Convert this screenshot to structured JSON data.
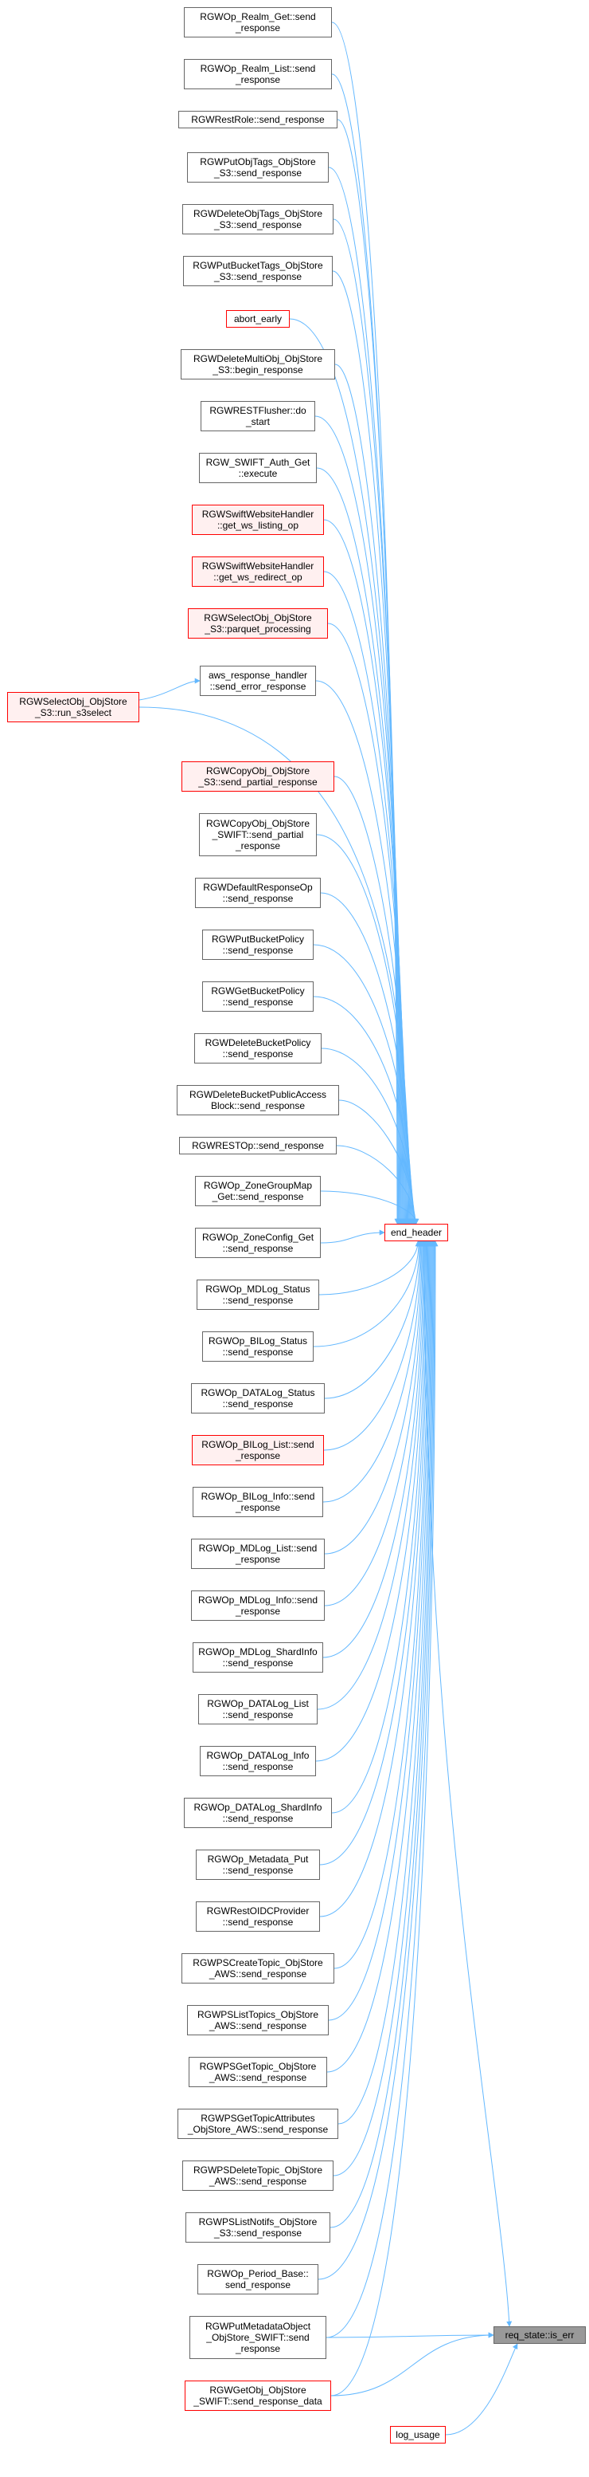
{
  "diagram": {
    "type": "call-graph",
    "colors": {
      "edge": "#63b8ff",
      "node_border": "#666666",
      "highlight_border": "#ff0000",
      "highlight_fill": "#fff0f0",
      "focus_fill": "#999999"
    },
    "nodes": [
      {
        "id": "realm_get",
        "label": "RGWOp_Realm_Get::send\n_response",
        "style": "normal"
      },
      {
        "id": "realm_list",
        "label": "RGWOp_Realm_List::send\n_response",
        "style": "normal"
      },
      {
        "id": "restrole",
        "label": "RGWRestRole::send_response",
        "style": "normal"
      },
      {
        "id": "putobjtags",
        "label": "RGWPutObjTags_ObjStore\n_S3::send_response",
        "style": "normal"
      },
      {
        "id": "deleteobjtags",
        "label": "RGWDeleteObjTags_ObjStore\n_S3::send_response",
        "style": "normal"
      },
      {
        "id": "putbuckettags",
        "label": "RGWPutBucketTags_ObjStore\n_S3::send_response",
        "style": "normal"
      },
      {
        "id": "abort_early",
        "label": "abort_early",
        "style": "red"
      },
      {
        "id": "deletemulti",
        "label": "RGWDeleteMultiObj_ObjStore\n_S3::begin_response",
        "style": "normal"
      },
      {
        "id": "flusher",
        "label": "RGWRESTFlusher::do\n_start",
        "style": "normal"
      },
      {
        "id": "swift_auth",
        "label": "RGW_SWIFT_Auth_Get\n::execute",
        "style": "normal"
      },
      {
        "id": "swift_listing",
        "label": "RGWSwiftWebsiteHandler\n::get_ws_listing_op",
        "style": "pink"
      },
      {
        "id": "swift_redirect",
        "label": "RGWSwiftWebsiteHandler\n::get_ws_redirect_op",
        "style": "pink"
      },
      {
        "id": "parquet",
        "label": "RGWSelectObj_ObjStore\n_S3::parquet_processing",
        "style": "pink"
      },
      {
        "id": "aws_handler",
        "label": "aws_response_handler\n::send_error_response",
        "style": "normal"
      },
      {
        "id": "run_s3select",
        "label": "RGWSelectObj_ObjStore\n_S3::run_s3select",
        "style": "pink"
      },
      {
        "id": "copy_partial",
        "label": "RGWCopyObj_ObjStore\n_S3::send_partial_response",
        "style": "pink"
      },
      {
        "id": "copy_swift",
        "label": "RGWCopyObj_ObjStore\n_SWIFT::send_partial\n_response",
        "style": "normal"
      },
      {
        "id": "default_resp",
        "label": "RGWDefaultResponseOp\n::send_response",
        "style": "normal"
      },
      {
        "id": "putbucketpolicy",
        "label": "RGWPutBucketPolicy\n::send_response",
        "style": "normal"
      },
      {
        "id": "getbucketpolicy",
        "label": "RGWGetBucketPolicy\n::send_response",
        "style": "normal"
      },
      {
        "id": "deletebucketpolicy",
        "label": "RGWDeleteBucketPolicy\n::send_response",
        "style": "normal"
      },
      {
        "id": "deletepublicaccess",
        "label": "RGWDeleteBucketPublicAccess\nBlock::send_response",
        "style": "normal"
      },
      {
        "id": "restop",
        "label": "RGWRESTOp::send_response",
        "style": "normal"
      },
      {
        "id": "zonegroupmap",
        "label": "RGWOp_ZoneGroupMap\n_Get::send_response",
        "style": "normal"
      },
      {
        "id": "zoneconfig",
        "label": "RGWOp_ZoneConfig_Get\n::send_response",
        "style": "normal"
      },
      {
        "id": "mdlog_status",
        "label": "RGWOp_MDLog_Status\n::send_response",
        "style": "normal"
      },
      {
        "id": "bilog_status",
        "label": "RGWOp_BILog_Status\n::send_response",
        "style": "normal"
      },
      {
        "id": "datalog_status",
        "label": "RGWOp_DATALog_Status\n::send_response",
        "style": "normal"
      },
      {
        "id": "bilog_list",
        "label": "RGWOp_BILog_List::send\n_response",
        "style": "pink"
      },
      {
        "id": "bilog_info",
        "label": "RGWOp_BILog_Info::send\n_response",
        "style": "normal"
      },
      {
        "id": "mdlog_list",
        "label": "RGWOp_MDLog_List::send\n_response",
        "style": "normal"
      },
      {
        "id": "mdlog_info",
        "label": "RGWOp_MDLog_Info::send\n_response",
        "style": "normal"
      },
      {
        "id": "mdlog_shardinfo",
        "label": "RGWOp_MDLog_ShardInfo\n::send_response",
        "style": "normal"
      },
      {
        "id": "datalog_list",
        "label": "RGWOp_DATALog_List\n::send_response",
        "style": "normal"
      },
      {
        "id": "datalog_info",
        "label": "RGWOp_DATALog_Info\n::send_response",
        "style": "normal"
      },
      {
        "id": "datalog_shardinfo",
        "label": "RGWOp_DATALog_ShardInfo\n::send_response",
        "style": "normal"
      },
      {
        "id": "metadata_put",
        "label": "RGWOp_Metadata_Put\n::send_response",
        "style": "normal"
      },
      {
        "id": "restoidc",
        "label": "RGWRestOIDCProvider\n::send_response",
        "style": "normal"
      },
      {
        "id": "ps_createtopic",
        "label": "RGWPSCreateTopic_ObjStore\n_AWS::send_response",
        "style": "normal"
      },
      {
        "id": "ps_listtopics",
        "label": "RGWPSListTopics_ObjStore\n_AWS::send_response",
        "style": "normal"
      },
      {
        "id": "ps_gettopic",
        "label": "RGWPSGetTopic_ObjStore\n_AWS::send_response",
        "style": "normal"
      },
      {
        "id": "ps_gettopicattrs",
        "label": "RGWPSGetTopicAttributes\n_ObjStore_AWS::send_response",
        "style": "normal"
      },
      {
        "id": "ps_deletetopic",
        "label": "RGWPSDeleteTopic_ObjStore\n_AWS::send_response",
        "style": "normal"
      },
      {
        "id": "ps_listnotifs",
        "label": "RGWPSListNotifs_ObjStore\n_S3::send_response",
        "style": "normal"
      },
      {
        "id": "period_base",
        "label": "RGWOp_Period_Base::\nsend_response",
        "style": "normal"
      },
      {
        "id": "putmetadata",
        "label": "RGWPutMetadataObject\n_ObjStore_SWIFT::send\n_response",
        "style": "normal"
      },
      {
        "id": "getobj_swift",
        "label": "RGWGetObj_ObjStore\n_SWIFT::send_response_data",
        "style": "red"
      },
      {
        "id": "end_header",
        "label": "end_header",
        "style": "red"
      },
      {
        "id": "is_err",
        "label": "req_state::is_err",
        "style": "focus"
      },
      {
        "id": "log_usage",
        "label": "log_usage",
        "style": "red"
      }
    ],
    "edges": [
      [
        "realm_get",
        "end_header"
      ],
      [
        "realm_list",
        "end_header"
      ],
      [
        "restrole",
        "end_header"
      ],
      [
        "putobjtags",
        "end_header"
      ],
      [
        "deleteobjtags",
        "end_header"
      ],
      [
        "putbuckettags",
        "end_header"
      ],
      [
        "abort_early",
        "end_header"
      ],
      [
        "deletemulti",
        "end_header"
      ],
      [
        "flusher",
        "end_header"
      ],
      [
        "swift_auth",
        "end_header"
      ],
      [
        "swift_listing",
        "end_header"
      ],
      [
        "swift_redirect",
        "end_header"
      ],
      [
        "parquet",
        "end_header"
      ],
      [
        "aws_handler",
        "end_header"
      ],
      [
        "run_s3select",
        "end_header"
      ],
      [
        "copy_partial",
        "end_header"
      ],
      [
        "copy_swift",
        "end_header"
      ],
      [
        "default_resp",
        "end_header"
      ],
      [
        "putbucketpolicy",
        "end_header"
      ],
      [
        "getbucketpolicy",
        "end_header"
      ],
      [
        "deletebucketpolicy",
        "end_header"
      ],
      [
        "deletepublicaccess",
        "end_header"
      ],
      [
        "restop",
        "end_header"
      ],
      [
        "zonegroupmap",
        "end_header"
      ],
      [
        "zoneconfig",
        "end_header"
      ],
      [
        "mdlog_status",
        "end_header"
      ],
      [
        "bilog_status",
        "end_header"
      ],
      [
        "datalog_status",
        "end_header"
      ],
      [
        "bilog_list",
        "end_header"
      ],
      [
        "bilog_info",
        "end_header"
      ],
      [
        "mdlog_list",
        "end_header"
      ],
      [
        "mdlog_info",
        "end_header"
      ],
      [
        "mdlog_shardinfo",
        "end_header"
      ],
      [
        "datalog_list",
        "end_header"
      ],
      [
        "datalog_info",
        "end_header"
      ],
      [
        "datalog_shardinfo",
        "end_header"
      ],
      [
        "metadata_put",
        "end_header"
      ],
      [
        "restoidc",
        "end_header"
      ],
      [
        "ps_createtopic",
        "end_header"
      ],
      [
        "ps_listtopics",
        "end_header"
      ],
      [
        "ps_gettopic",
        "end_header"
      ],
      [
        "ps_gettopicattrs",
        "end_header"
      ],
      [
        "ps_deletetopic",
        "end_header"
      ],
      [
        "ps_listnotifs",
        "end_header"
      ],
      [
        "period_base",
        "end_header"
      ],
      [
        "putmetadata",
        "end_header"
      ],
      [
        "getobj_swift",
        "end_header"
      ],
      [
        "run_s3select",
        "aws_handler"
      ],
      [
        "end_header",
        "is_err"
      ],
      [
        "putmetadata",
        "is_err"
      ],
      [
        "getobj_swift",
        "is_err"
      ],
      [
        "log_usage",
        "is_err"
      ]
    ]
  }
}
